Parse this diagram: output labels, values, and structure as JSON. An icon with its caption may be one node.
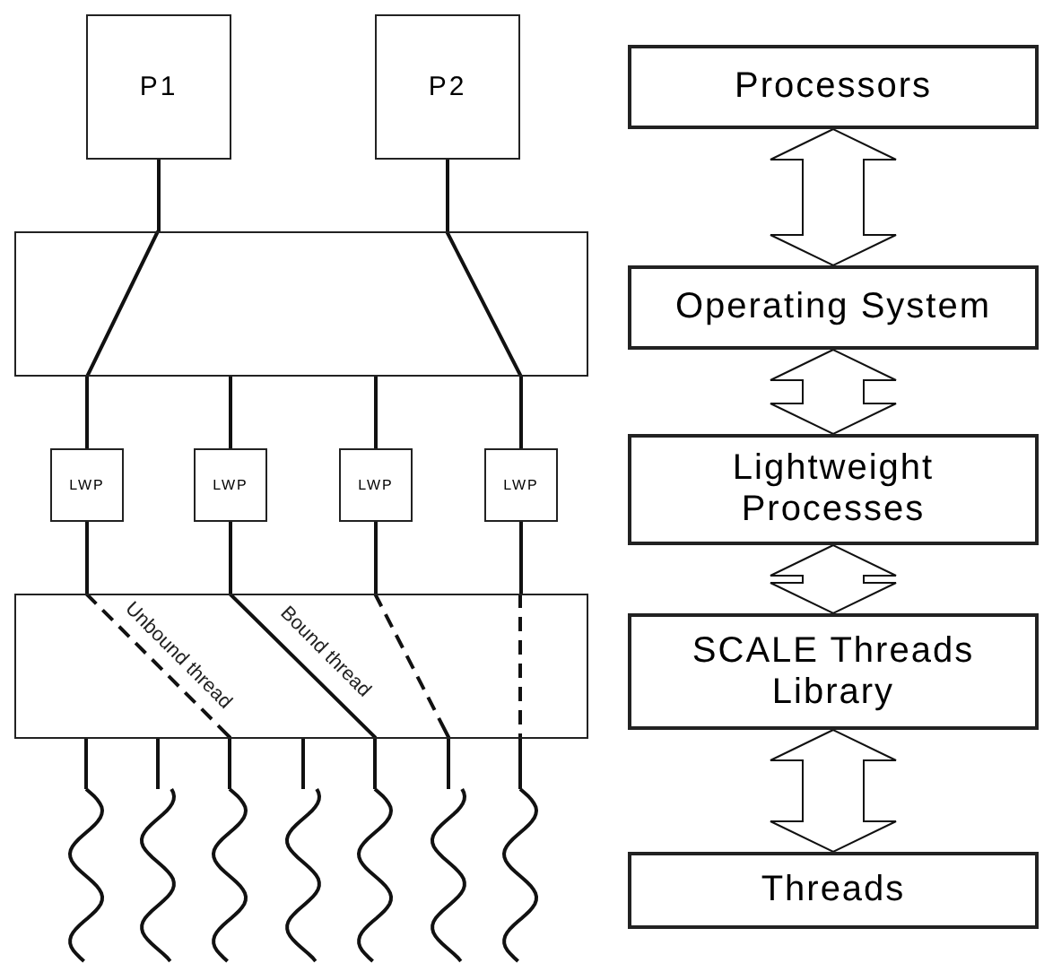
{
  "diagram": {
    "nodes": [
      {
        "text": [
          "P1"
        ]
      },
      {
        "text": [
          "P2"
        ]
      },
      {
        "text": [],
        "shape": "box"
      },
      {
        "text": [
          "LWP"
        ]
      },
      {
        "text": [
          "LWP"
        ]
      },
      {
        "text": [
          "LWP"
        ]
      },
      {
        "text": [
          "LWP"
        ]
      },
      {
        "text": [],
        "shape": "box"
      },
      {
        "text": [],
        "shape": "wave"
      },
      {
        "text": [],
        "shape": "wave"
      },
      {
        "text": [],
        "shape": "wave"
      },
      {
        "text": [],
        "shape": "wave"
      },
      {
        "text": [],
        "shape": "wave"
      },
      {
        "text": [],
        "shape": "wave"
      },
      {
        "text": [],
        "shape": "wave"
      },
      {
        "text": [
          "Processors"
        ]
      },
      {
        "text": [
          "Operating System"
        ]
      },
      {
        "text": [
          "Lightweight Processes"
        ]
      },
      {
        "text": [
          "SCALE Threads Library"
        ]
      },
      {
        "text": [
          "Threads"
        ]
      }
    ],
    "edges": [
      {
        "from": 0,
        "to": 2,
        "arrow": "none"
      },
      {
        "from": 1,
        "to": 2,
        "arrow": "none"
      },
      {
        "from": 2,
        "to": 3,
        "arrow": "none"
      },
      {
        "from": 2,
        "to": 4,
        "arrow": "none"
      },
      {
        "from": 2,
        "to": 5,
        "arrow": "none"
      },
      {
        "from": 2,
        "to": 6,
        "arrow": "none"
      },
      {
        "from": 3,
        "to": 7,
        "arrow": "none"
      },
      {
        "from": 4,
        "to": 7,
        "arrow": "none"
      },
      {
        "from": 5,
        "to": 7,
        "arrow": "none"
      },
      {
        "from": 6,
        "to": 7,
        "arrow": "none"
      },
      {
        "from": 7,
        "to": 8,
        "arrow": "none"
      },
      {
        "from": 7,
        "to": 9,
        "arrow": "none"
      },
      {
        "from": 7,
        "to": 10,
        "arrow": "none",
        "style": "dashed",
        "label": "Unbound thread"
      },
      {
        "from": 7,
        "to": 11,
        "arrow": "none"
      },
      {
        "from": 7,
        "to": 12,
        "arrow": "none",
        "label": "Bound thread"
      },
      {
        "from": 7,
        "to": 13,
        "arrow": "none",
        "style": "dashed"
      },
      {
        "from": 7,
        "to": 14,
        "arrow": "none",
        "style": "dashed"
      },
      {
        "from": 15,
        "to": 16,
        "arrow": "both"
      },
      {
        "from": 16,
        "to": 17,
        "arrow": "both"
      },
      {
        "from": 17,
        "to": 18,
        "arrow": "both"
      },
      {
        "from": 18,
        "to": 19,
        "arrow": "both"
      }
    ]
  }
}
